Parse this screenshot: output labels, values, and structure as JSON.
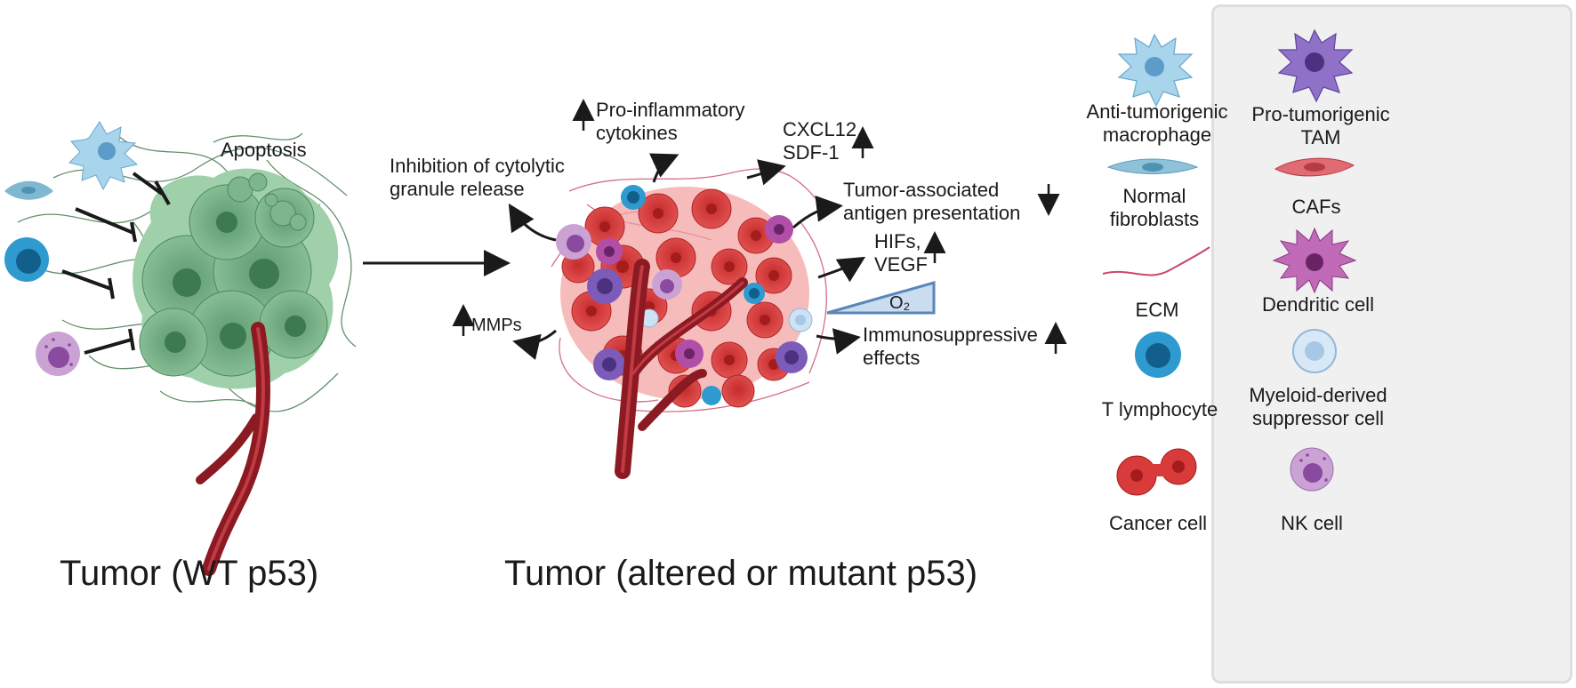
{
  "left_panel": {
    "caption": "Tumor (WT p53)",
    "apoptosis_label": "Apoptosis"
  },
  "right_panel": {
    "caption": "Tumor (altered or mutant p53)",
    "annotations": {
      "inhibition": [
        "Inhibition of  cytolytic",
        "granule release"
      ],
      "pro_inflammatory": [
        "Pro-inflammatory",
        "cytokines"
      ],
      "cxcl12": [
        "CXCL12,",
        "SDF-1"
      ],
      "antigen": [
        "Tumor-associated",
        "antigen presentation"
      ],
      "hifs": [
        "HIFs,",
        "VEGF"
      ],
      "o2": "O₂",
      "immuno": [
        "Immunosuppressive",
        "effects"
      ],
      "mmps": "MMPs"
    }
  },
  "legend": {
    "items": [
      {
        "label": [
          "Anti-tumorigenic",
          "macrophage"
        ]
      },
      {
        "label": [
          "Pro-tumorigenic",
          "TAM"
        ]
      },
      {
        "label": [
          "Normal",
          "fibroblasts"
        ]
      },
      {
        "label": [
          "CAFs"
        ]
      },
      {
        "label": [
          "ECM"
        ]
      },
      {
        "label": [
          "Dendritic cell"
        ]
      },
      {
        "label": [
          "T lymphocyte"
        ]
      },
      {
        "label": [
          "Myeloid-derived",
          "suppressor cell"
        ]
      },
      {
        "label": [
          "Cancer cell"
        ]
      },
      {
        "label": [
          "NK cell"
        ]
      }
    ]
  },
  "colors": {
    "macrophage": "#a8d4ec",
    "tam": "#7c5cb8",
    "fibroblast": "#7fb8d0",
    "caf": "#e06b72",
    "ecm": "#c94868",
    "dendritic": "#b04ea8",
    "t_cell": "#2e9ad0",
    "mdsc": "#cfe2f3",
    "cancer": "#d93a3a",
    "nk": "#b27fc0",
    "tumor_green": "#5fa172",
    "vessel": "#8b1a22"
  }
}
